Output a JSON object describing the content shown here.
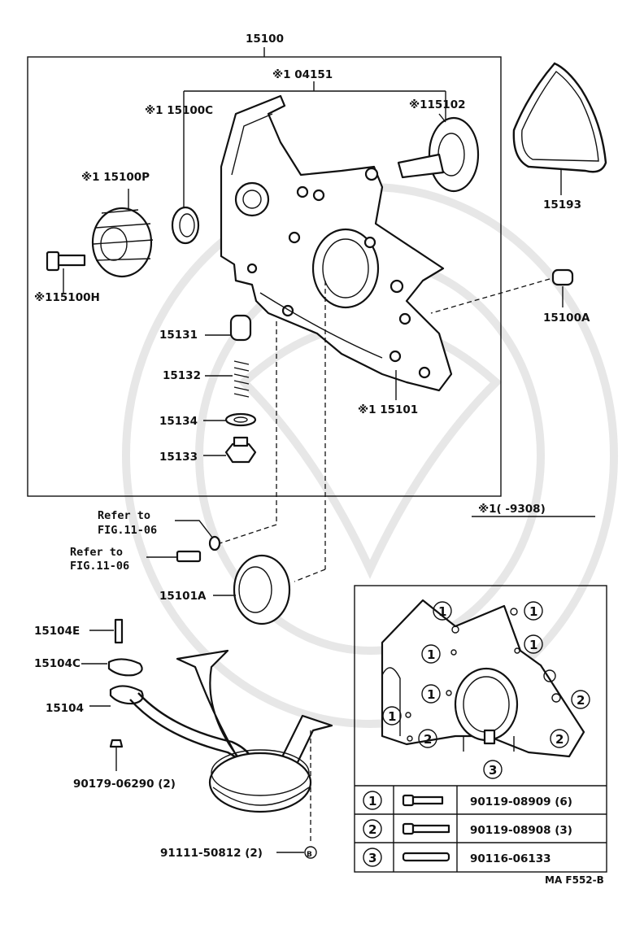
{
  "diagram": {
    "assembly_label": "15100",
    "labels": {
      "p04151": "※1 04151",
      "p15100C": "※1 15100C",
      "p15102": "※115102",
      "p15100P": "※1 15100P",
      "p15100H": "※115100H",
      "p15193": "15193",
      "p15100A": "15100A",
      "p15131": "15131",
      "p15132": "15132",
      "p15134": "15134",
      "p15133": "15133",
      "p15101": "※1 15101",
      "refer1_line1": "Refer to",
      "refer1_line2": "FIG.11-06",
      "refer2_line1": "Refer to",
      "refer2_line2": "FIG.11-06",
      "p15101A": "15101A",
      "p15104E": "15104E",
      "p15104C": "15104C",
      "p15104": "15104",
      "p90179": "90179-06290 (2)",
      "p91111": "91111-50812 (2)",
      "marker_b": "B",
      "footnote": "※1(      -9308)",
      "figure_code": "MA F552-B"
    },
    "inset": {
      "callouts": [
        "1",
        "1",
        "1",
        "1",
        "1",
        "1",
        "2",
        "2",
        "2",
        "3"
      ],
      "table": [
        {
          "key": "1",
          "part": "90119-08909 (6)"
        },
        {
          "key": "2",
          "part": "90119-08908 (3)"
        },
        {
          "key": "3",
          "part": "90116-06133"
        }
      ]
    }
  }
}
